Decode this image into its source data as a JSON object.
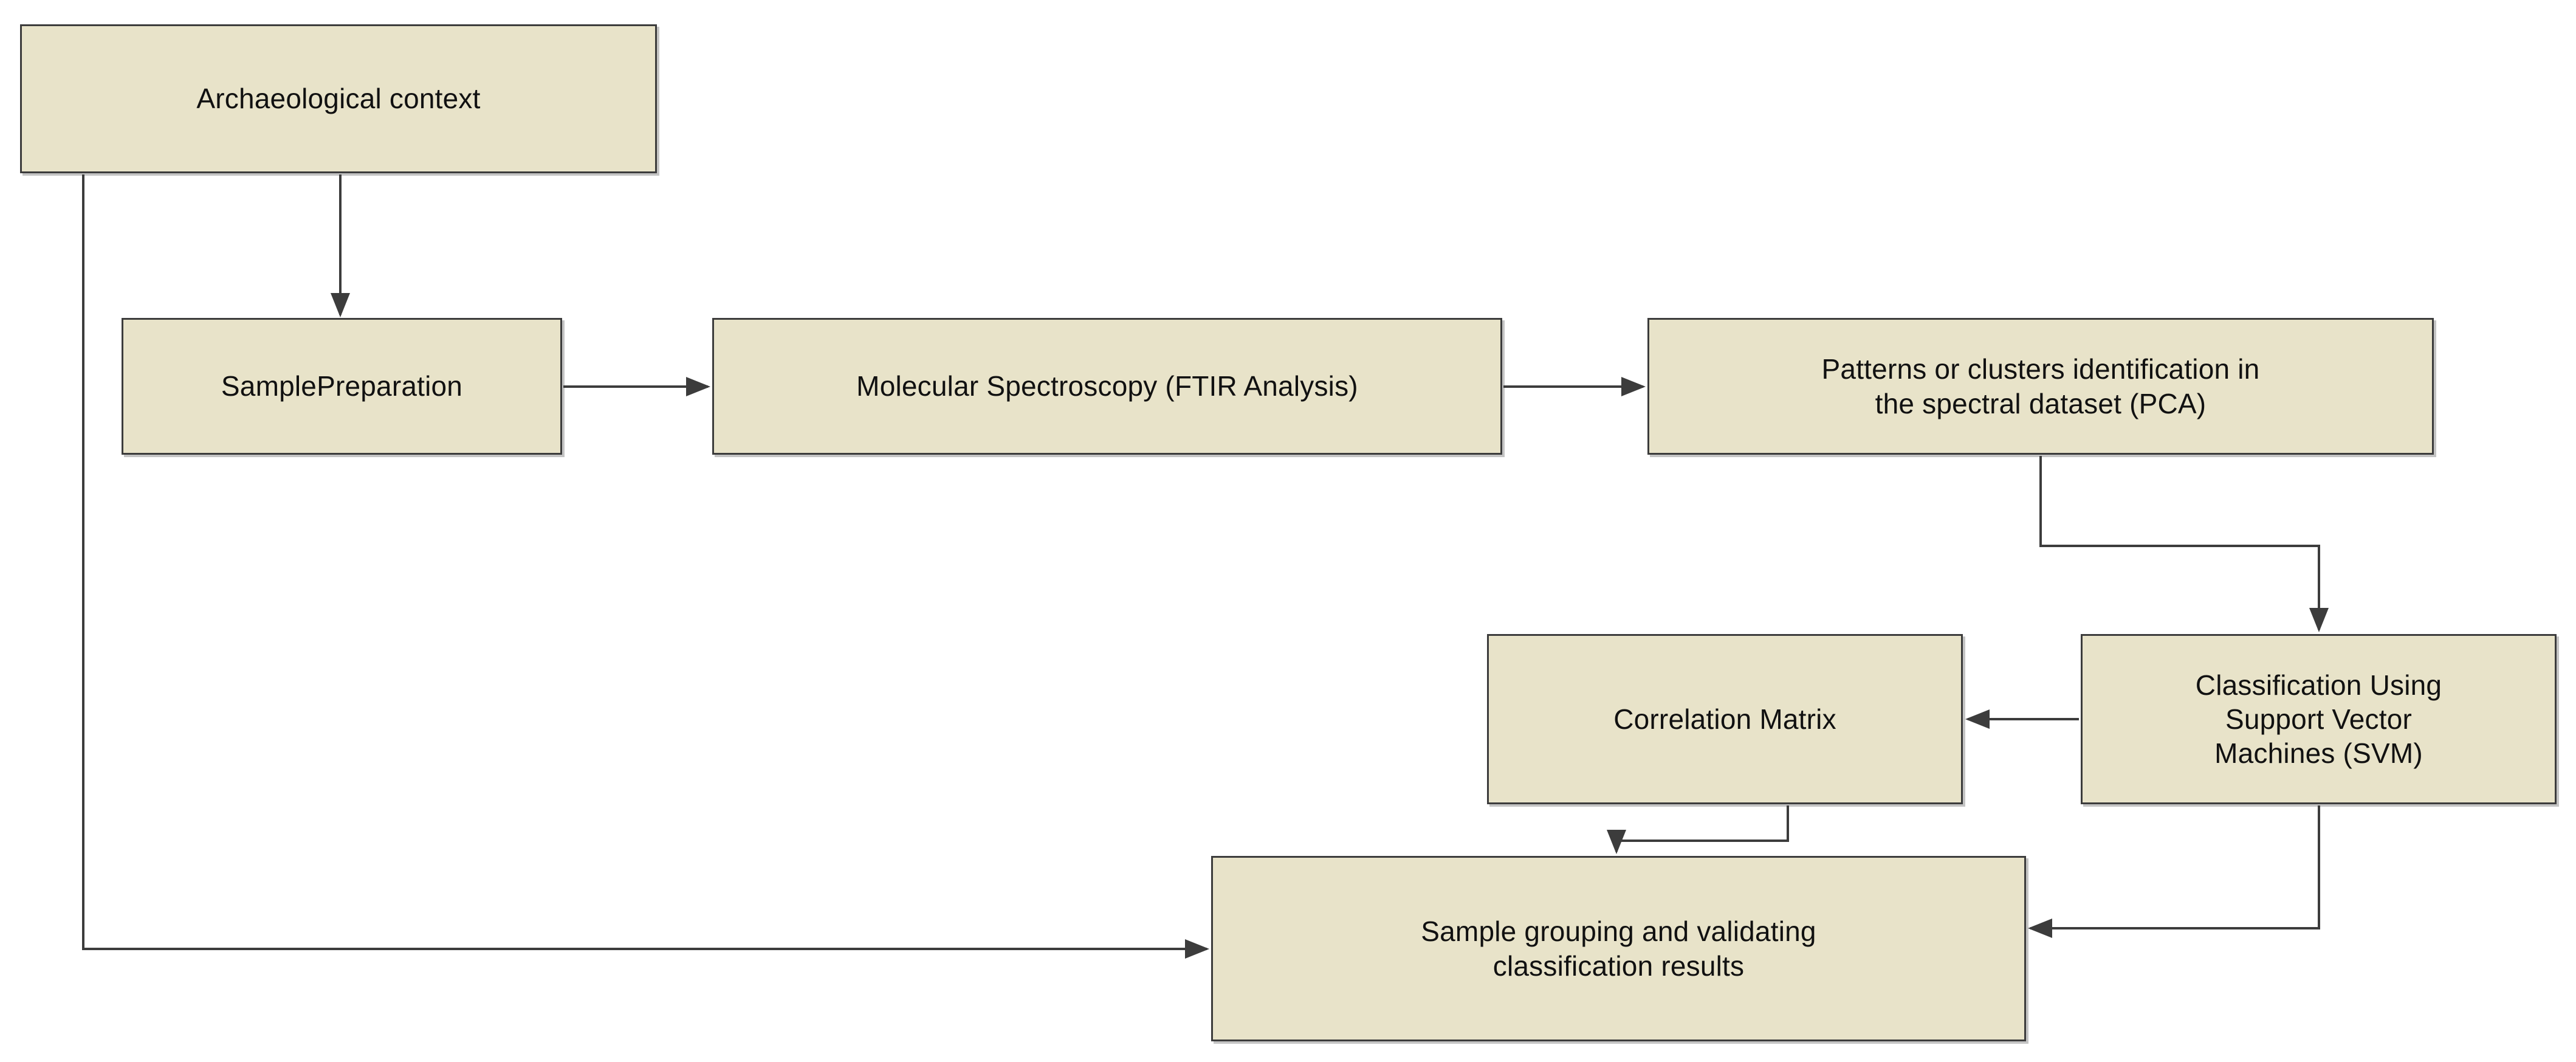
{
  "diagram": {
    "type": "flowchart",
    "title": "",
    "background_color": "#ffffff",
    "node_fill_color": "#E8E3C9",
    "node_border_color": "#3C3C3C",
    "edge_color": "#3C3C3C",
    "text_color": "#111111",
    "nodes": [
      {
        "id": "archaeological-context",
        "label": "Archaeological context"
      },
      {
        "id": "sample-preparation",
        "label": "SamplePreparation"
      },
      {
        "id": "ftir-analysis",
        "label": "Molecular Spectroscopy (FTIR Analysis)"
      },
      {
        "id": "pca",
        "label": "Patterns or clusters identification in\nthe spectral dataset (PCA)"
      },
      {
        "id": "svm",
        "label": "Classification Using\nSupport Vector\nMachines (SVM)"
      },
      {
        "id": "correlation-matrix",
        "label": "Correlation Matrix"
      },
      {
        "id": "sample-grouping",
        "label": "Sample grouping and validating\nclassification results"
      }
    ],
    "edges": [
      {
        "id": "edge-context-to-preparation",
        "from": "archaeological-context",
        "to": "sample-preparation",
        "label": ""
      },
      {
        "id": "edge-context-to-grouping",
        "from": "archaeological-context",
        "to": "sample-grouping",
        "label": ""
      },
      {
        "id": "edge-preparation-to-ftir",
        "from": "sample-preparation",
        "to": "ftir-analysis",
        "label": ""
      },
      {
        "id": "edge-ftir-to-pca",
        "from": "ftir-analysis",
        "to": "pca",
        "label": ""
      },
      {
        "id": "edge-pca-to-svm",
        "from": "pca",
        "to": "svm",
        "label": ""
      },
      {
        "id": "edge-svm-to-correlation",
        "from": "svm",
        "to": "correlation-matrix",
        "label": ""
      },
      {
        "id": "edge-correlation-to-grouping",
        "from": "correlation-matrix",
        "to": "sample-grouping",
        "label": ""
      },
      {
        "id": "edge-svm-to-grouping",
        "from": "svm",
        "to": "sample-grouping",
        "label": ""
      }
    ]
  }
}
